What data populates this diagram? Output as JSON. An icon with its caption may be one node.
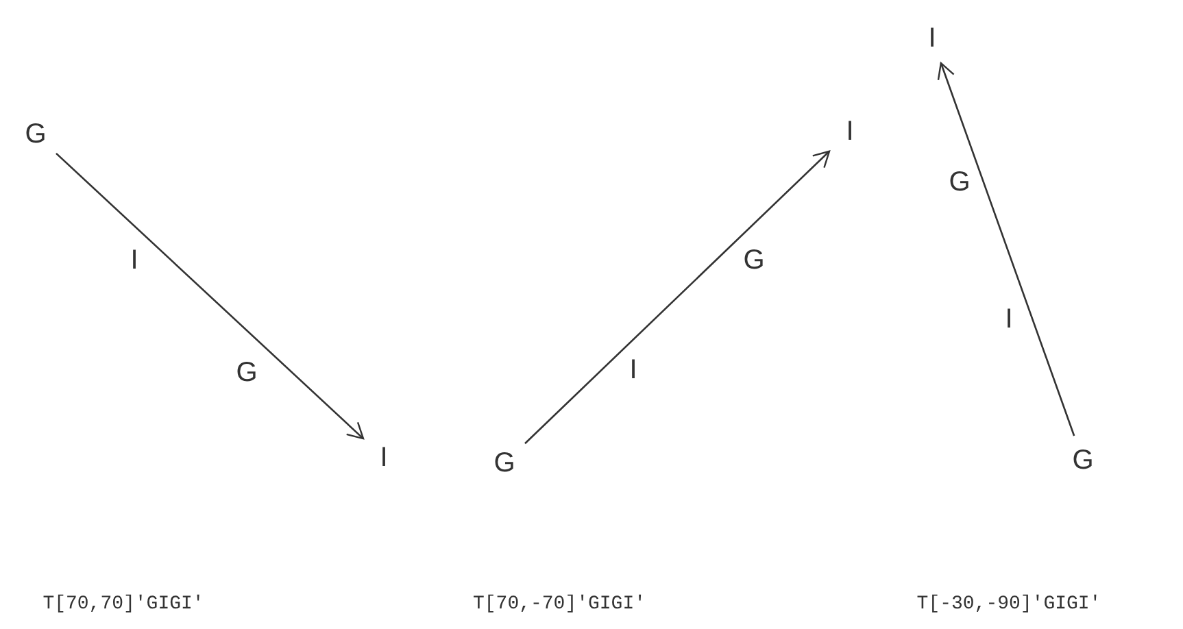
{
  "diagram": {
    "nodes": [
      {
        "text": [
          "G"
        ]
      },
      {
        "text": [
          "I"
        ]
      },
      {
        "text": [
          "G"
        ]
      },
      {
        "text": [
          "I"
        ]
      },
      {
        "text": [
          "I"
        ]
      },
      {
        "text": [
          "G"
        ]
      }
    ],
    "edges": [
      {
        "from": 0,
        "to": 1,
        "arrow": "to"
      },
      {
        "from": 2,
        "to": 3,
        "arrow": "to"
      },
      {
        "from": 5,
        "to": 4,
        "arrow": "to"
      }
    ],
    "labels": [
      "I",
      "G",
      "I",
      "G",
      "G",
      "I",
      "T[70,70]'GIGI'",
      "T[70,-70]'GIGI'",
      "T[-30,-90]'GIGI'"
    ]
  }
}
